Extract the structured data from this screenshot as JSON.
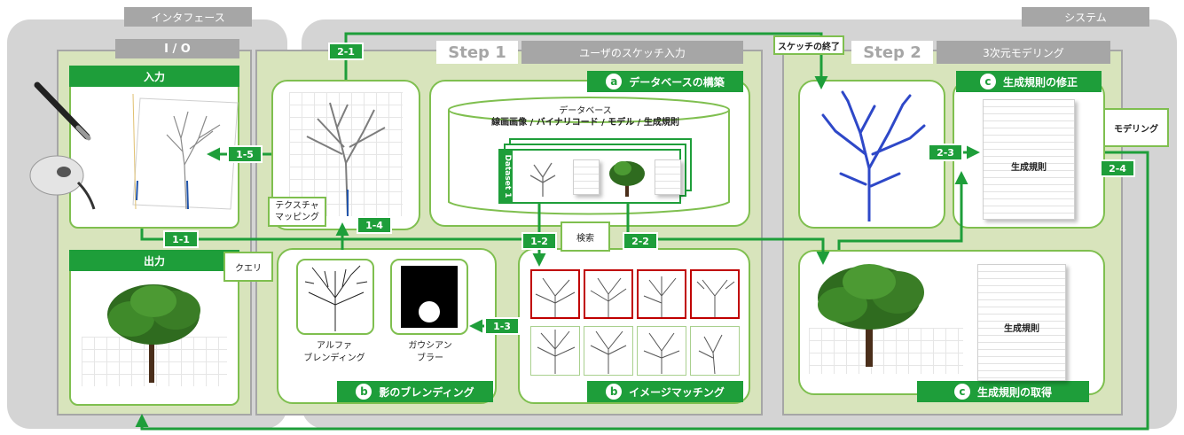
{
  "headers": {
    "interface": "インタフェース",
    "system": "システム",
    "io": "I / O",
    "step1": "Step 1",
    "step1_title": "ユーザのスケッチ入力",
    "step2": "Step 2",
    "step2_title": "3次元モデリング"
  },
  "io_panel": {
    "input_title": "入力",
    "output_title": "出力"
  },
  "sections": {
    "a_letter": "a",
    "a_title": "データベースの構築",
    "b1_letter": "b",
    "b1_title": "影のブレンディング",
    "b2_letter": "b",
    "b2_title": "イメージマッチング",
    "c1_letter": "c",
    "c1_title": "生成規則の修正",
    "c2_letter": "c",
    "c2_title": "生成規則の取得"
  },
  "database": {
    "title": "データベース",
    "subtitle": "線画画像 / バイナリコード / モデル / 生成規則",
    "dataset_label": "Dataset 1"
  },
  "labels": {
    "texture_mapping": "テクスチャ\nマッピング",
    "query": "クエリ",
    "search": "検索",
    "sketch_end": "スケッチの終了",
    "modeling": "モデリング",
    "alpha_blending": "アルファ\nブレンディング",
    "gaussian_blur": "ガウシアン\nブラー",
    "rule_doc1": "生成規則",
    "rule_doc2": "生成規則"
  },
  "tags": {
    "t21": "2-1",
    "t15": "1-5",
    "t14": "1-4",
    "t11": "1-1",
    "t12": "1-2",
    "t13": "1-3",
    "t22": "2-2",
    "t23": "2-3",
    "t24": "2-4"
  },
  "colors": {
    "green": "#1e9e3a",
    "panel": "#d8e4bc",
    "outer": "#d4d4d4",
    "header_gray": "#a6a6a6",
    "match_red": "#c00000"
  }
}
